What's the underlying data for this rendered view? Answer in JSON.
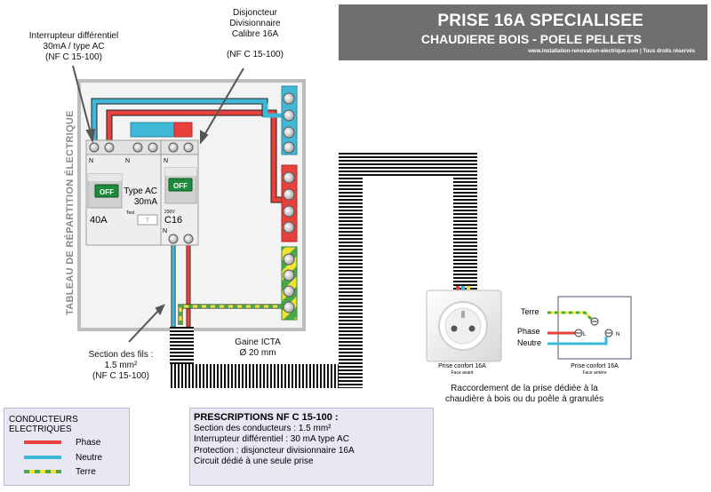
{
  "title": {
    "line1": "PRISE 16A SPECIALISEE",
    "line2": "CHAUDIERE BOIS - POELE PELLETS",
    "website": "www.installation-renovation-electrique.com | Tous droits réservés"
  },
  "labels": {
    "interrupteur": [
      "Interrupteur différentiel",
      "30mA / type AC",
      "(NF C 15-100)"
    ],
    "disjoncteur": [
      "Disjoncteur",
      "Divisionnaire",
      "Calibre 16A",
      "(NF C 15-100)"
    ],
    "tableau": "TABLEAU  DE RÉPARTITION ÉLECTRIQUE",
    "section": [
      "Section des fils :",
      "1.5 mm²",
      "(NF C 15-100)"
    ],
    "gaine": [
      "Gaine ICTA",
      "Ø 20 mm"
    ],
    "raccordement": [
      "Raccordement  de la prise dédiée à la",
      "chaudière à bois ou du poêle à granulés"
    ]
  },
  "rcd": {
    "off": "OFF",
    "type": "Type AC",
    "sensitivity": "30mA",
    "rating": "40A",
    "test": "Test",
    "t_button": "T",
    "n_top": "N",
    "n_bottom": "N"
  },
  "breaker": {
    "off": "OFF",
    "voltage": "230V",
    "rating": "C16",
    "n_top": "N",
    "n_bottom": "N"
  },
  "socket_front": {
    "label": "Prise confort 16A",
    "sublabel": "Face avant"
  },
  "socket_back": {
    "label": "Prise confort 16A",
    "sublabel": "Face arrière",
    "terre": "Terre",
    "phase": "Phase",
    "neutre": "Neutre",
    "l": "L",
    "n": "N"
  },
  "legend": {
    "title": "CONDUCTEURS ELECTRIQUES",
    "items": [
      {
        "label": "Phase",
        "color": "#e8403a"
      },
      {
        "label": "Neutre",
        "color": "#3fb8d8"
      },
      {
        "label": "Terre",
        "color": "#c8d42a"
      }
    ]
  },
  "prescriptions": {
    "title": "PRESCRIPTIONS NF C 15-100 :",
    "lines": [
      "Section des conducteurs : 1.5 mm²",
      "Interrupteur différentiel : 30 mA type AC",
      "Protection : disjoncteur divisionnaire 16A",
      "Circuit dédié à une seule prise"
    ]
  },
  "colors": {
    "phase": "#e8403a",
    "neutre": "#3fb8d8",
    "terre_yellow": "#f2e234",
    "terre_green": "#49a848",
    "panel_bg": "#f2f2f2",
    "header_bg": "#6f6f6f",
    "off_button": "#1e8a3c",
    "box_bg": "#e7e8f4"
  }
}
